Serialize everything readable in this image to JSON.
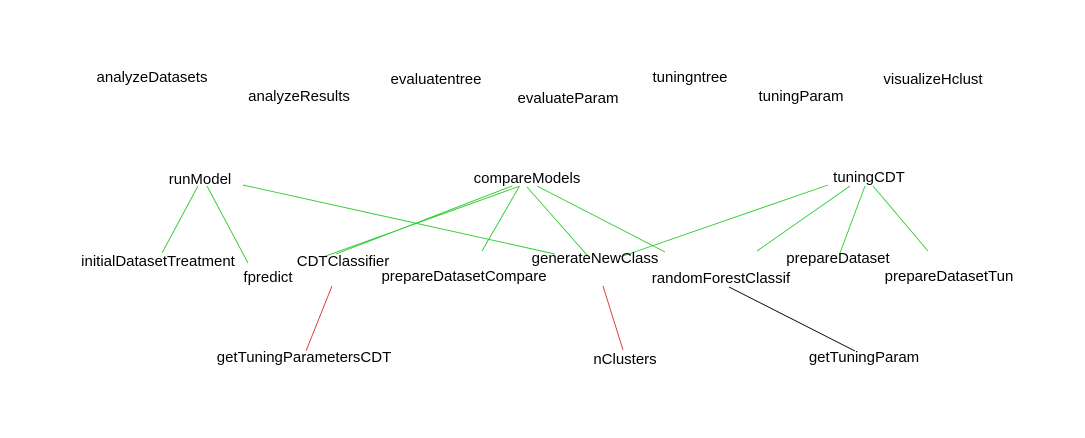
{
  "colors": {
    "edge_green": "#2ecc2e",
    "edge_red": "#d9342b",
    "edge_black": "#000000"
  },
  "nodes": {
    "analyzeDatasets": "analyzeDatasets",
    "analyzeResults": "analyzeResults",
    "evaluatentree": "evaluatentree",
    "evaluateParam": "evaluateParam",
    "tuningntree": "tuningntree",
    "tuningParam": "tuningParam",
    "visualizeHclust": "visualizeHclust",
    "runModel": "runModel",
    "compareModels": "compareModels",
    "tuningCDT": "tuningCDT",
    "initialDatasetTreatment": "initialDatasetTreatment",
    "fpredict": "fpredict",
    "CDTClassifier": "CDTClassifier",
    "prepareDatasetCompare": "prepareDatasetCompare",
    "generateNewClass": "generateNewClass",
    "randomForestClassif": "randomForestClassif",
    "prepareDataset": "prepareDataset",
    "prepareDatasetTun": "prepareDatasetTun",
    "getTuningParametersCDT": "getTuningParametersCDT",
    "nClusters": "nClusters",
    "getTuningParam": "getTuningParam"
  },
  "edges": [
    {
      "from": "runModel",
      "to": "initialDatasetTreatment",
      "color": "green"
    },
    {
      "from": "runModel",
      "to": "fpredict",
      "color": "green"
    },
    {
      "from": "runModel",
      "to": "generateNewClass",
      "color": "green"
    },
    {
      "from": "compareModels",
      "to": "CDTClassifier",
      "color": "green"
    },
    {
      "from": "compareModels",
      "to": "CDTClassifier",
      "color": "green"
    },
    {
      "from": "compareModels",
      "to": "prepareDatasetCompare",
      "color": "green"
    },
    {
      "from": "compareModels",
      "to": "generateNewClass",
      "color": "green"
    },
    {
      "from": "compareModels",
      "to": "randomForestClassif",
      "color": "green"
    },
    {
      "from": "tuningCDT",
      "to": "generateNewClass",
      "color": "green"
    },
    {
      "from": "tuningCDT",
      "to": "randomForestClassif",
      "color": "green"
    },
    {
      "from": "tuningCDT",
      "to": "prepareDataset",
      "color": "green"
    },
    {
      "from": "tuningCDT",
      "to": "prepareDatasetTun",
      "color": "green"
    },
    {
      "from": "CDTClassifier",
      "to": "getTuningParametersCDT",
      "color": "red"
    },
    {
      "from": "generateNewClass",
      "to": "nClusters",
      "color": "red"
    },
    {
      "from": "randomForestClassif",
      "to": "getTuningParam",
      "color": "black"
    }
  ]
}
